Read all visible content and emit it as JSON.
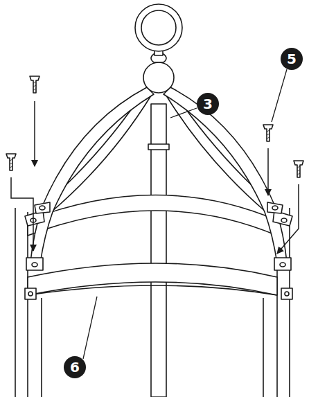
{
  "diagram": {
    "labels": [
      "3",
      "5",
      "6"
    ]
  }
}
